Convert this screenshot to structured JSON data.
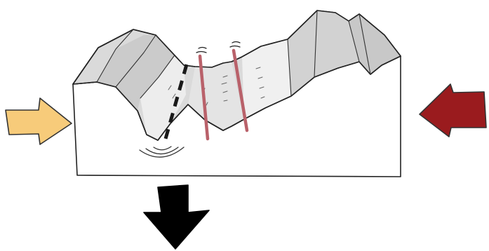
{
  "diagram": {
    "arrows": {
      "left": {
        "direction": "right",
        "color": "#F7CB7A"
      },
      "right": {
        "direction": "left",
        "color": "#9A1B1E"
      },
      "bottom": {
        "direction": "down",
        "color": "#000000"
      }
    },
    "colors": {
      "block_face": "#FFFFFF",
      "surface": "#D9D9D9",
      "surface_shade": "#BDBDBD",
      "outline": "#222222",
      "red_lines": "#B9616A",
      "fault": "#222222"
    },
    "elements": [
      "block",
      "folded-surface",
      "fault-line",
      "vertical-lines",
      "wave-marks",
      "arrows"
    ]
  }
}
